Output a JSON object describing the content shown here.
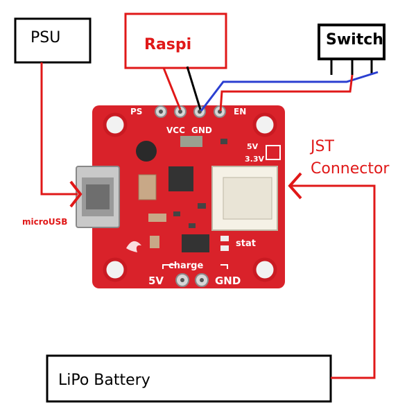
{
  "labels": {
    "psu": "PSU",
    "raspi": "Raspi",
    "switch": "Switch",
    "jst_line1": "JST",
    "jst_line2": "Connector",
    "microusb": "microUSB",
    "lipo": "LiPo Battery"
  },
  "board_silkscreen": {
    "ps": "PS",
    "vcc": "VCC",
    "gnd_top": "GND",
    "en": "EN",
    "v5_top": "5V",
    "v33": "3.3V",
    "stat": "stat",
    "charge": "charge",
    "v5_bottom": "5V",
    "gnd_bottom": "GND"
  },
  "colors": {
    "board": "#d9222a",
    "wire_red": "#e01818",
    "wire_blue": "#2b3fd1",
    "wire_black": "#000000",
    "box_red": "#e01818",
    "box_black": "#000000"
  }
}
